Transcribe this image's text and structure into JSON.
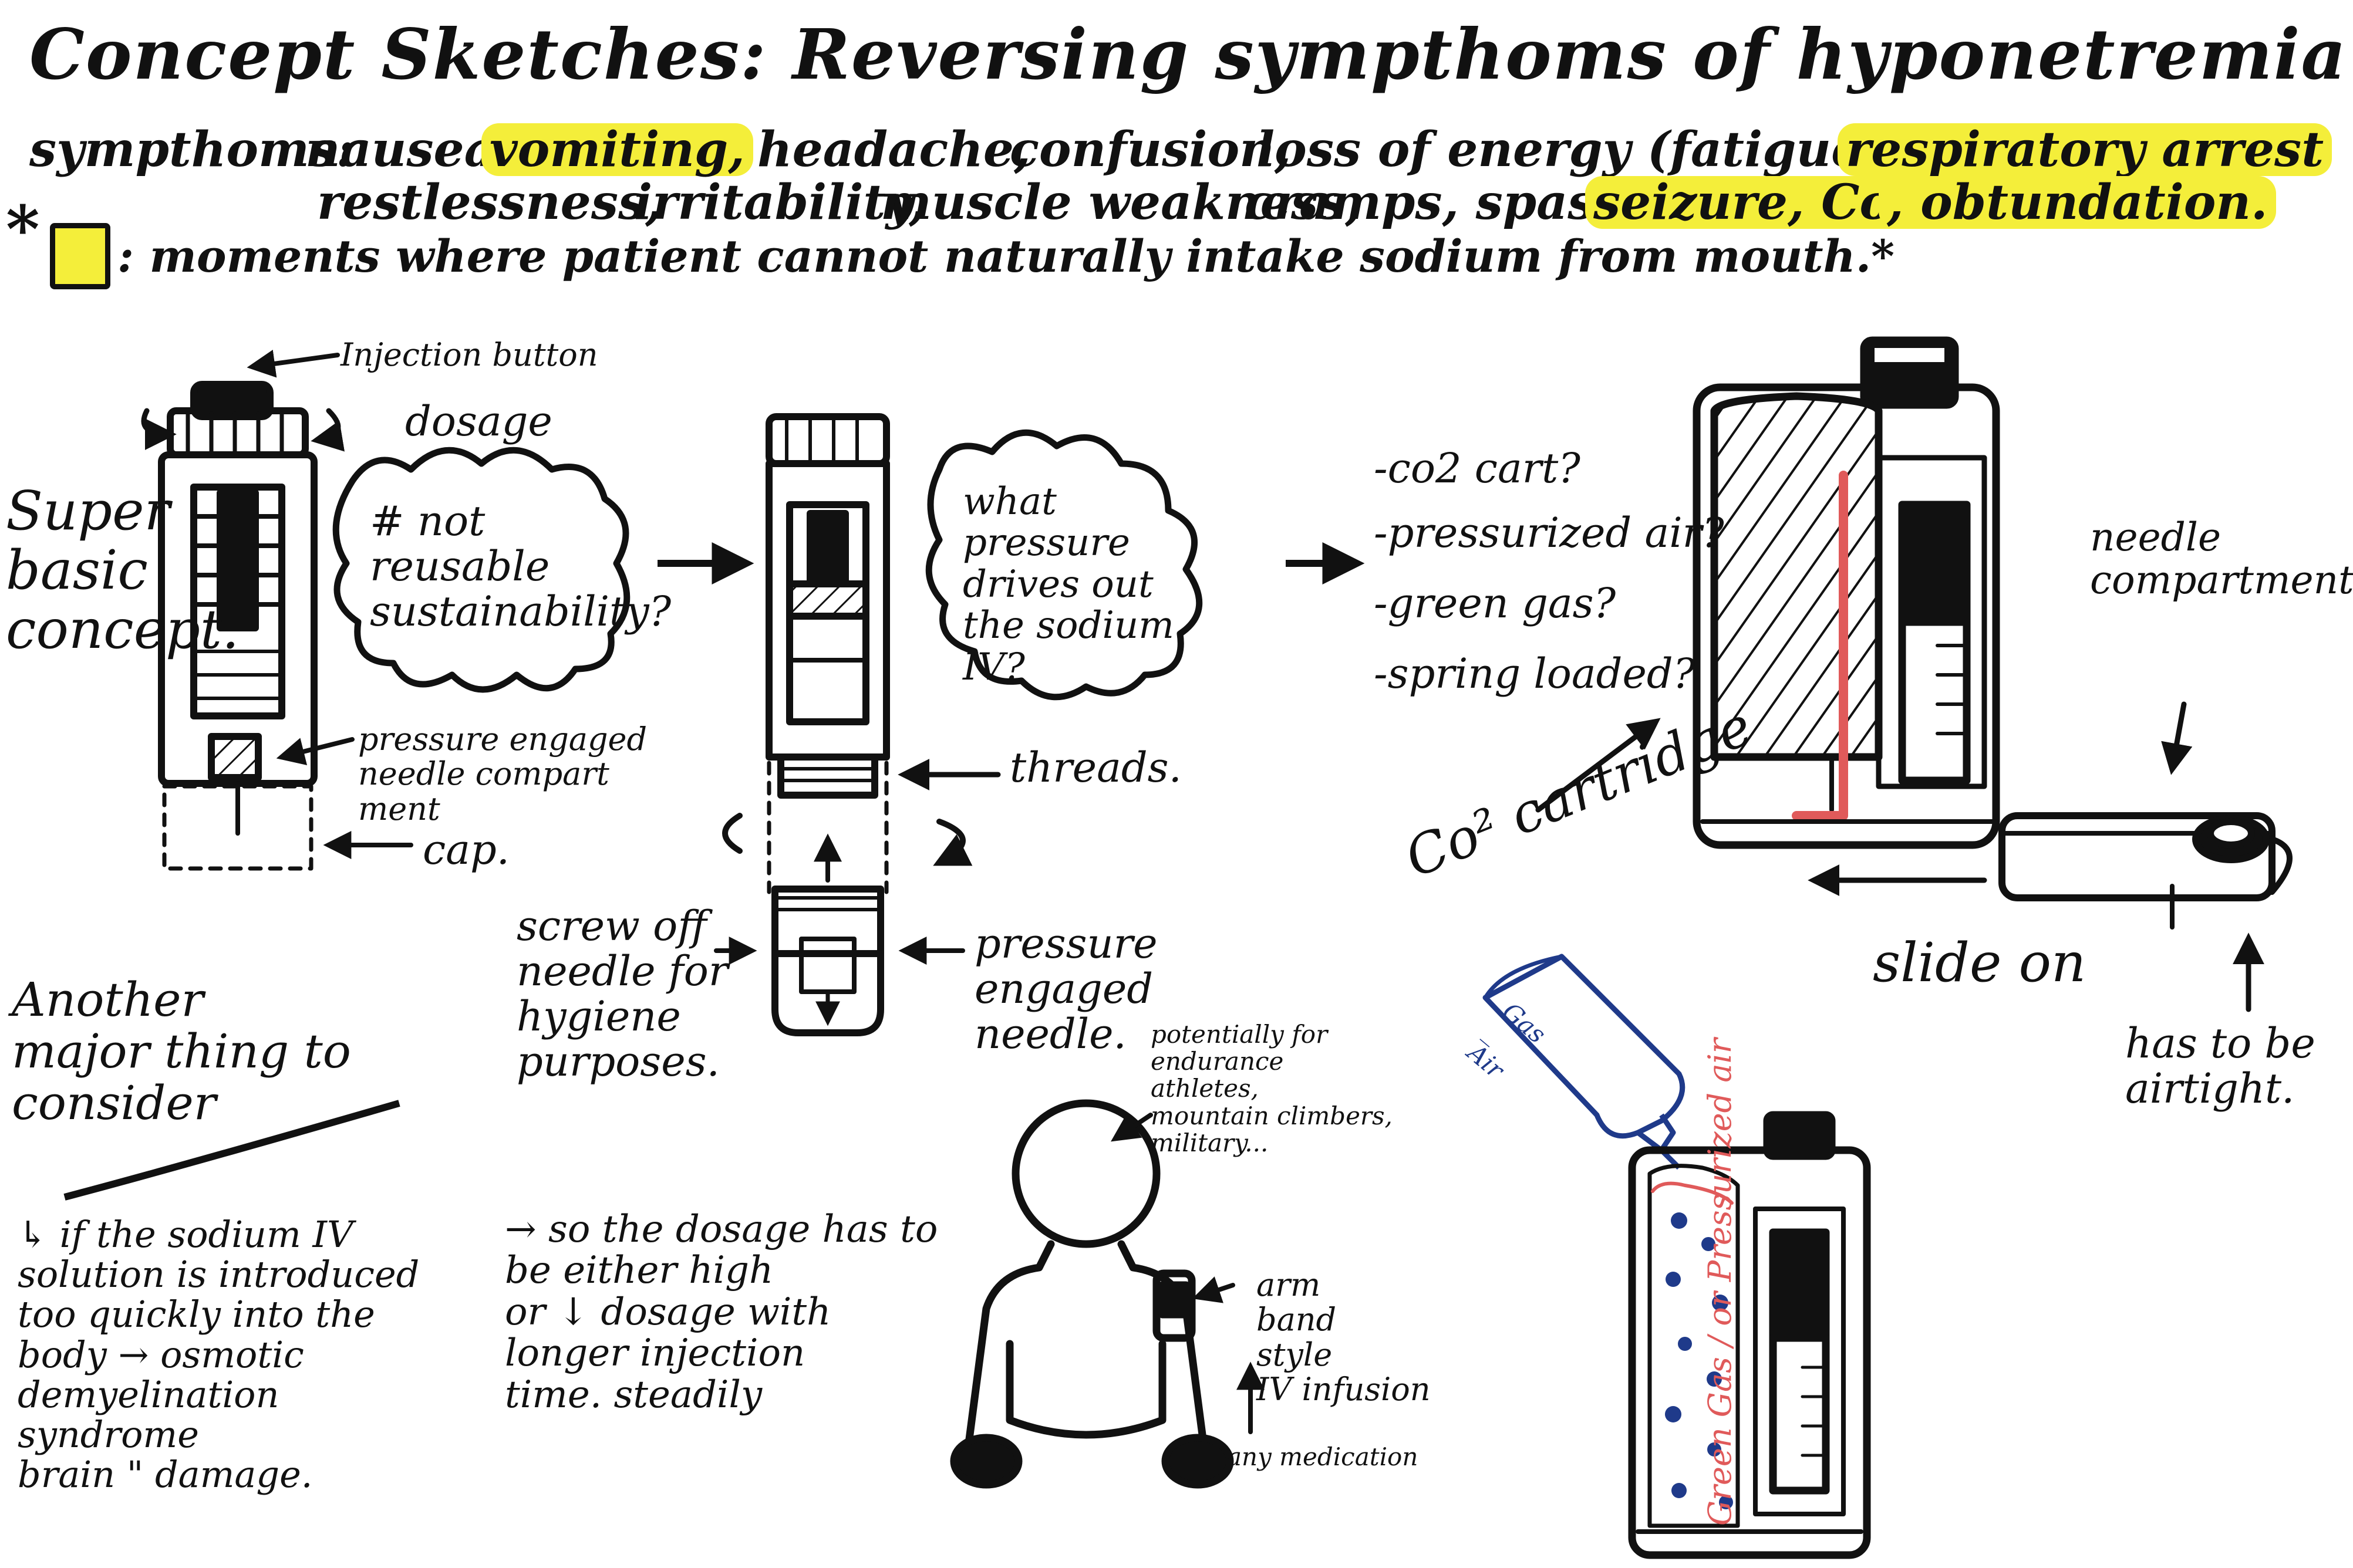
{
  "title": "Concept Sketches: Reversing sympthoms of hyponetremia",
  "symptoms": {
    "label": "sympthoms:",
    "line1_items": [
      "nausea",
      "vomiting,",
      "headache,",
      "confusion,",
      "loss of energy (fatigue),",
      "respiratory arrest"
    ],
    "line2_items": [
      "restlessness,",
      "irritability,",
      "muscle weakness,",
      "cramps, spasms,",
      "seizure, Coma",
      ", obtundation."
    ],
    "highlighted": [
      "vomiting,",
      "respiratory arrest",
      "seizure, Coma",
      ", obtundation."
    ],
    "highlight_color": "#f4ee3a"
  },
  "legend": {
    "asterisk": "*",
    "text": ": moments where patient cannot naturally intake sodium from mouth.*"
  },
  "concept1": {
    "side_label": "Super\nbasic\nconcept.",
    "injection_button": "Injection button",
    "dosage": "dosage",
    "thought": "# not\nreusable\nsustainability?",
    "pressure_needle": "pressure engaged\nneedle compart\nment",
    "cap": "cap."
  },
  "concept2": {
    "thought": "what\npressure\ndrives out\nthe sodium\nIV?",
    "threads": "threads.",
    "screw_off": "screw off\nneedle for\nhygiene\npurposes.",
    "pressure_needle": "pressure\nengaged\nneedle."
  },
  "options": [
    "-co2 cart?",
    "-pressurized air?",
    "-green gas?",
    "-spring loaded?"
  ],
  "concept3": {
    "needle_compartment": "needle\ncompartment.",
    "co2_cartridge": "Co² cartridge",
    "cartridge_text": "Gas\n_\nAir",
    "slide_on": "slide on",
    "airtight": "has to be\nairtight.",
    "body_label": "Green Gas / or Pressurized air",
    "accent_red": "#e05a5a",
    "accent_blue": "#1f3a8a"
  },
  "consider": {
    "heading": "Another\nmajor thing to\nconsider",
    "body": "↳ if the sodium IV\nsolution is introduced\ntoo quickly into the\nbody → osmotic\ndemyelination\nsyndrome\nbrain \" damage.",
    "dosage_note": "→ so the dosage has to\nbe either high\nor ↓ dosage with\nlonger injection\ntime. steadily"
  },
  "person": {
    "users": "potentially for\nendurance\nathletes,\nmountain climbers,\nmilitary...",
    "arm_band": "arm\nband\nstyle\nIV infusion",
    "any_medication": "any medication"
  }
}
